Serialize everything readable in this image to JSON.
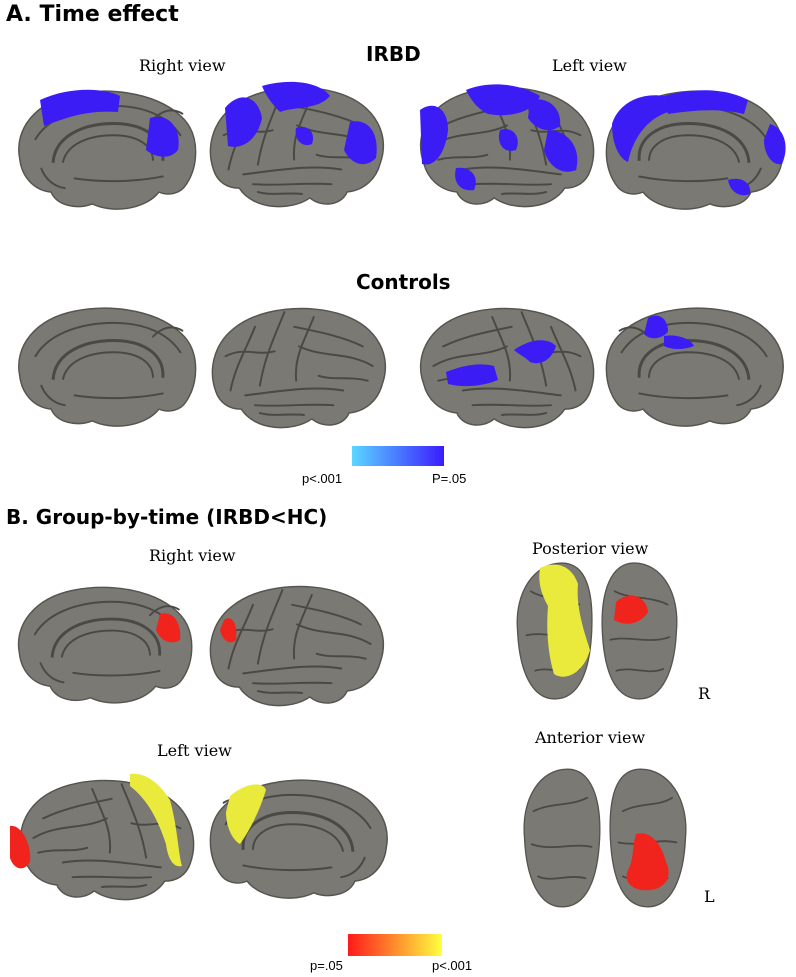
{
  "sectionA": {
    "title": "A. Time effect",
    "group1": "IRBD",
    "group2": "Controls",
    "rightView": "Right view",
    "leftView": "Left view",
    "colorbar": {
      "low": "p<.001",
      "high": "P=.05",
      "colorLow": "#5ad6ff",
      "colorHigh": "#3a1cff"
    }
  },
  "sectionB": {
    "title": "B. Group-by-time (IRBD<HC)",
    "rightView": "Right view",
    "leftView": "Left view",
    "posteriorView": "Posterior view",
    "anteriorView": "Anterior view",
    "posteriorSide": "R",
    "anteriorSide": "L",
    "colorbar": {
      "low": "p=.05",
      "high": "p<.001",
      "colorLow": "#ff1a1a",
      "colorHigh": "#ffff40"
    }
  },
  "colors": {
    "cortex": "#7a7973",
    "sulcus": "#4a4945",
    "blue": "#3b1cf5",
    "red": "#f0241c",
    "yellow": "#eaea3c"
  }
}
